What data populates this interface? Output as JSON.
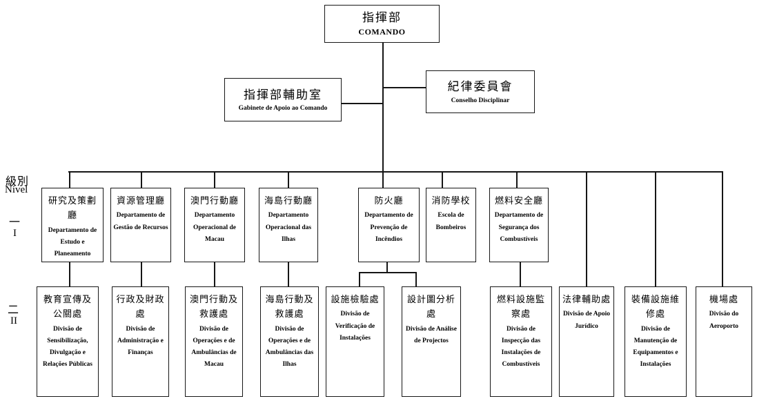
{
  "page": {
    "background": "#ffffff",
    "line_color": "#151515",
    "text_color": "#000000"
  },
  "legend": {
    "level_zh": "級別",
    "level_pt": "Nível",
    "tier1_zh": "一",
    "tier1_roman": "I",
    "tier2_zh": "二",
    "tier2_roman": "II"
  },
  "root": {
    "zh": "指揮部",
    "pt": "COMANDO"
  },
  "staff": {
    "gabinete": {
      "zh": "指揮部輔助室",
      "pt": "Gabinete de Apoio ao Comando"
    },
    "conselho": {
      "zh": "紀律委員會",
      "pt": "Conselho Disciplinar"
    }
  },
  "level1": [
    {
      "zh": "研究及策劃廳",
      "pt": "Departamento de Estudo e Planeamento"
    },
    {
      "zh": "資源管理廳",
      "pt": "Departamento de Gestão de Recursos"
    },
    {
      "zh": "澳門行動廳",
      "pt": "Departamento Operacional de Macau"
    },
    {
      "zh": "海島行動廳",
      "pt": "Departamento Operacional das Ilhas"
    },
    {
      "zh": "防火廳",
      "pt": "Departamento de Prevenção de Incêndios"
    },
    {
      "zh": "消防學校",
      "pt": "Escola de Bombeiros"
    },
    {
      "zh": "燃料安全廳",
      "pt": "Departamento de Segurança dos Combustíveis"
    }
  ],
  "level2": [
    {
      "zh": "教育宣傳及公關處",
      "pt": "Divisão de Sensibilização, Divulgação e Relações Públicas"
    },
    {
      "zh": "行政及財政處",
      "pt": "Divisão de Administração e Finanças"
    },
    {
      "zh": "澳門行動及救護處",
      "pt": "Divisão de Operações e de Ambulâncias de Macau"
    },
    {
      "zh": "海島行動及救護處",
      "pt": "Divisão de Operações e de Ambulâncias das Ilhas"
    },
    {
      "zh": "設施檢驗處",
      "pt": "Divisão de Verificação de Instalações"
    },
    {
      "zh": "設計圖分析處",
      "pt": "Divisão de Análise de Projectos"
    },
    {
      "zh": "燃料設施監察處",
      "pt": "Divisão de Inspecção das Instalações de Combustíveis"
    },
    {
      "zh": "法律輔助處",
      "pt": "Divisão de Apoio Jurídico"
    },
    {
      "zh": "裝備設施維修處",
      "pt": "Divisão de Manutenção de Equipamentos e Instalações"
    },
    {
      "zh": "機場處",
      "pt": "Divisão do Aeroporto"
    }
  ]
}
